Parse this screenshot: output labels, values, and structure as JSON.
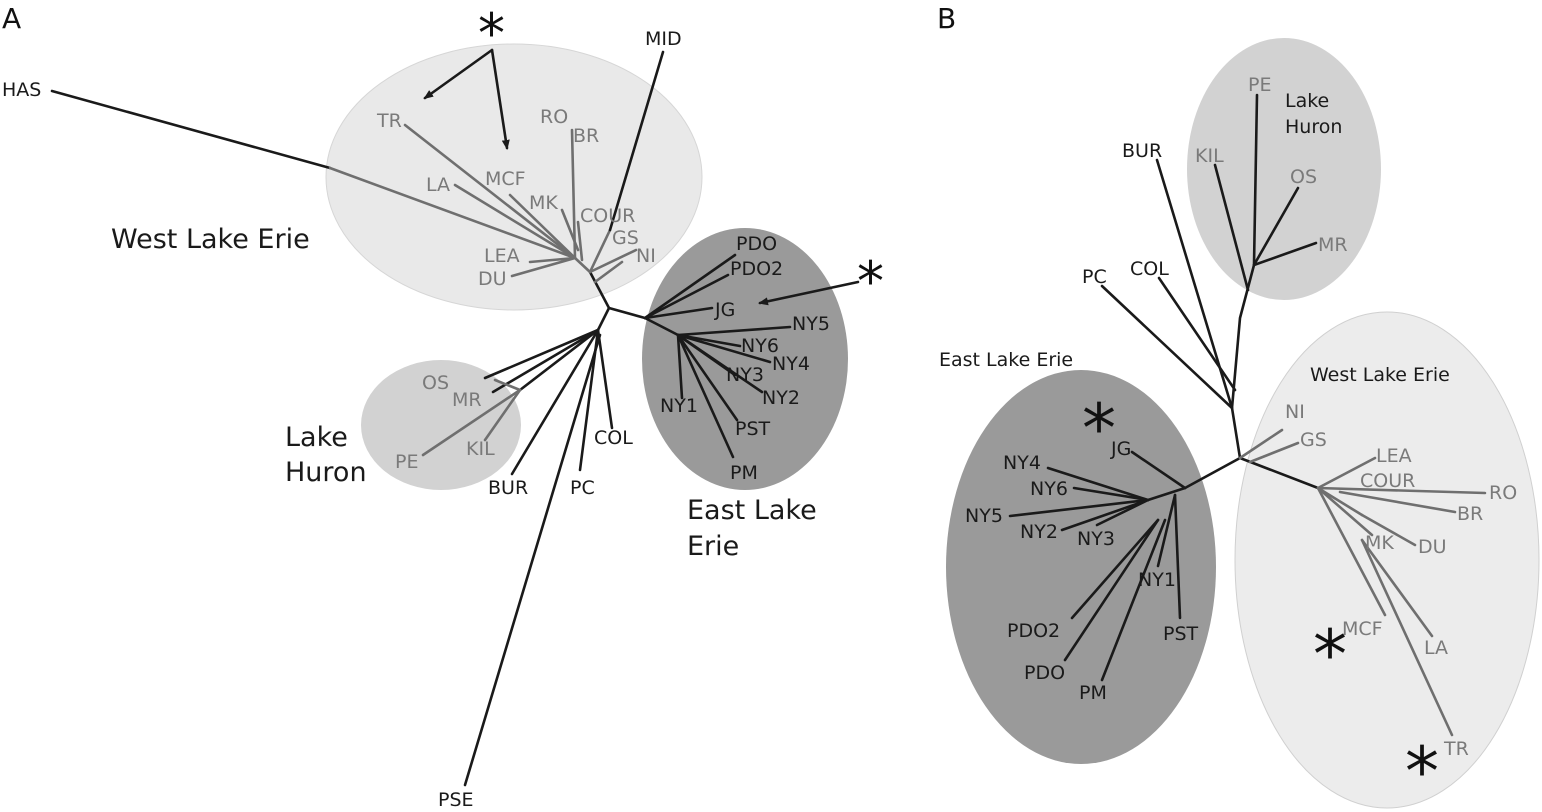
{
  "panels": {
    "a": {
      "letter": "A",
      "groups": {
        "west": "West Lake Erie",
        "huron_line1": "Lake",
        "huron_line2": "Huron",
        "east_line1": "East Lake",
        "east_line2": "Erie"
      },
      "asterisk": "*",
      "taxa": {
        "HAS": "HAS",
        "MID": "MID",
        "TR": "TR",
        "RO": "RO",
        "BR": "BR",
        "LA": "LA",
        "MCF": "MCF",
        "MK": "MK",
        "COUR": "COUR",
        "GS": "GS",
        "NI": "NI",
        "LEA": "LEA",
        "DU": "DU",
        "OS": "OS",
        "MR": "MR",
        "KIL": "KIL",
        "PE": "PE",
        "BUR": "BUR",
        "PC": "PC",
        "COL": "COL",
        "PSE": "PSE",
        "PDO": "PDO",
        "PDO2": "PDO2",
        "JG": "JG",
        "NY5": "NY5",
        "NY6": "NY6",
        "NY4": "NY4",
        "NY3": "NY3",
        "NY2": "NY2",
        "NY1": "NY1",
        "PST": "PST",
        "PM": "PM"
      }
    },
    "b": {
      "letter": "B",
      "groups": {
        "huron_line1": "Lake",
        "huron_line2": "Huron",
        "east": "East Lake Erie",
        "west": "West Lake Erie"
      },
      "asterisk": "*",
      "taxa": {
        "PE": "PE",
        "KIL": "KIL",
        "OS": "OS",
        "MR": "MR",
        "BUR": "BUR",
        "PC": "PC",
        "COL": "COL",
        "JG": "JG",
        "NY4": "NY4",
        "NY6": "NY6",
        "NY5": "NY5",
        "NY2": "NY2",
        "NY3": "NY3",
        "NY1": "NY1",
        "PDO2": "PDO2",
        "PDO": "PDO",
        "PM": "PM",
        "PST": "PST",
        "NI": "NI",
        "GS": "GS",
        "LEA": "LEA",
        "COUR": "COUR",
        "RO": "RO",
        "BR": "BR",
        "MK": "MK",
        "DU": "DU",
        "MCF": "MCF",
        "LA": "LA",
        "TR": "TR"
      }
    }
  },
  "colors": {
    "west_fill": "#e9e9e9",
    "huron_fill": "#d2d2d2",
    "east_fill": "#9a9a9a",
    "dark_branch": "#1a1a1a",
    "grey_branch": "#6f6f6f"
  }
}
